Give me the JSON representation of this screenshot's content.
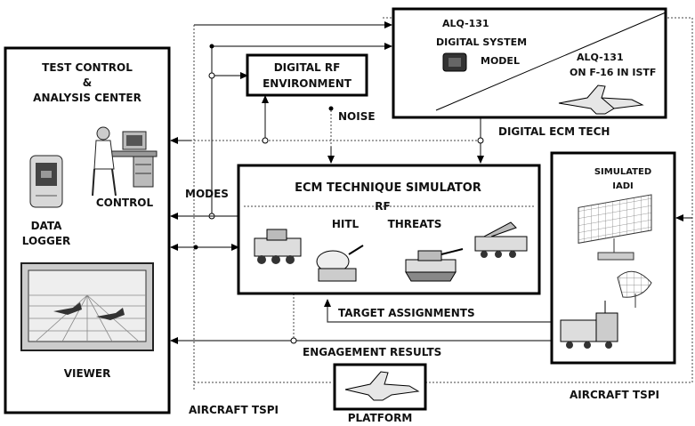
{
  "blocks": {
    "test_control": {
      "line1": "TEST CONTROL",
      "line2": "&",
      "line3": "ANALYSIS CENTER"
    },
    "data_logger": {
      "line1": "DATA",
      "line2": "LOGGER"
    },
    "control": "CONTROL",
    "viewer": "VIEWER",
    "digital_rf": {
      "line1": "DIGITAL RF",
      "line2": "ENVIRONMENT"
    },
    "alq131": {
      "line1": "ALQ-131",
      "line2": "DIGITAL SYSTEM",
      "line3": "MODEL",
      "right1": "ALQ-131",
      "right2": "ON F-16 IN ISTF"
    },
    "digital_ecm_tech": "DIGITAL ECM TECH",
    "ecm_sim": {
      "title": "ECM TECHNIQUE  SIMULATOR",
      "rf": "RF",
      "hitl": "HITL",
      "threats": "THREATS"
    },
    "simulated_iads": {
      "line1": "SIMULATED",
      "line2": "IADI"
    },
    "platform": "PLATFORM"
  },
  "labels": {
    "noise": "NOISE",
    "modes": "MODES",
    "target_assignments": "TARGET ASSIGNMENTS",
    "engagement_results": "ENGAGEMENT RESULTS",
    "aircraft_tspi_left": "AIRCRAFT TSPI",
    "aircraft_tspi_right": "AIRCRAFT TSPI"
  },
  "icons": [
    "workstation-operator-icon",
    "data-logger-icon",
    "viewer-screen-icon",
    "fighter-jet-icon",
    "chip-icon",
    "radar-icon",
    "tank-icon"
  ]
}
